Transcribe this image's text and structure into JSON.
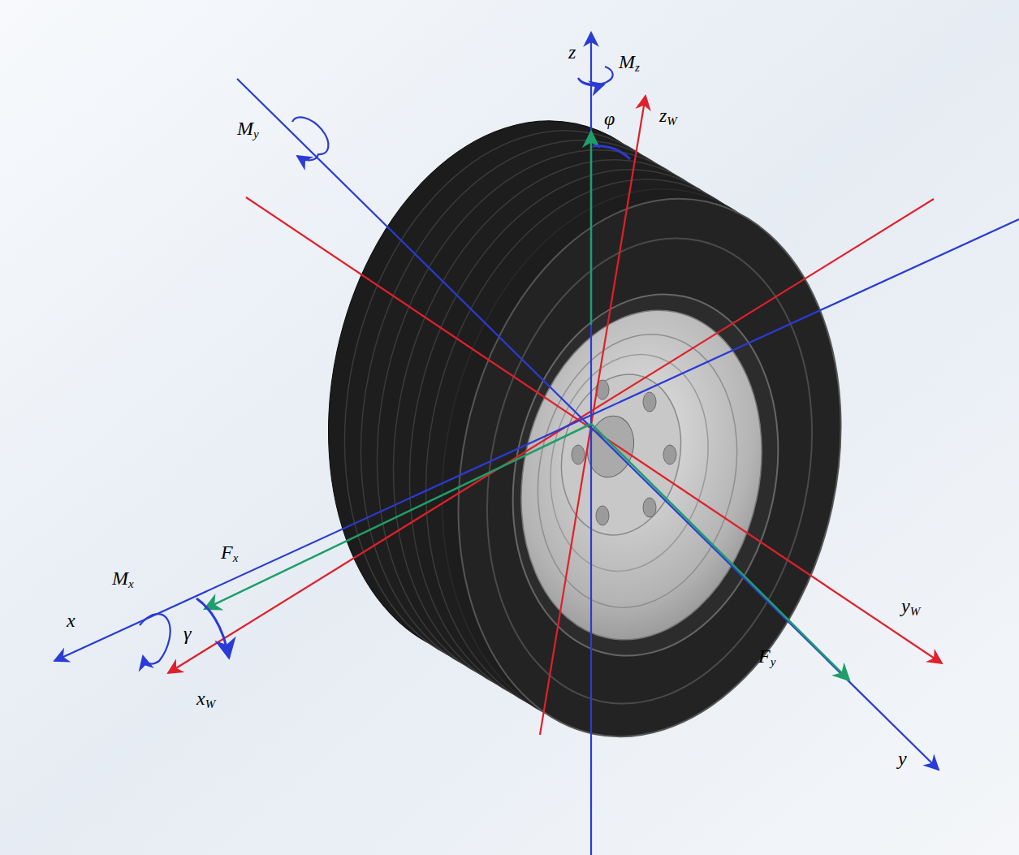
{
  "diagram": {
    "labels": [
      "z",
      "Mz",
      "φ",
      "zW",
      "My",
      "Fx",
      "Mx",
      "x",
      "γ",
      "xW",
      "yW",
      "Fy",
      "y"
    ]
  }
}
